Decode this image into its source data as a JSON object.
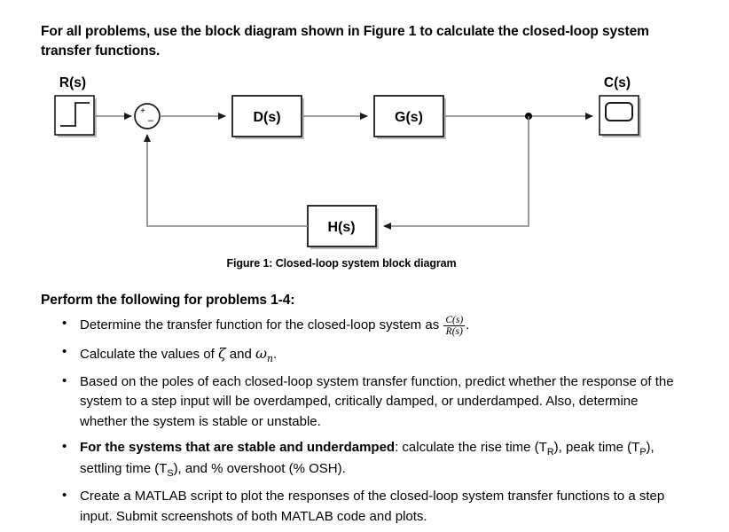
{
  "document": {
    "intro": "For all problems, use the block diagram shown in Figure 1 to calculate the closed-loop system transfer functions.",
    "figure": {
      "caption": "Figure 1: Closed-loop system block diagram",
      "input_label": "R(s)",
      "output_label": "C(s)",
      "blocks": [
        {
          "name": "step-source",
          "label": ""
        },
        {
          "name": "summing-junction",
          "label": "",
          "signs": [
            "+",
            "–"
          ]
        },
        {
          "name": "controller",
          "label": "D(s)"
        },
        {
          "name": "plant",
          "label": "G(s)"
        },
        {
          "name": "feedback",
          "label": "H(s)"
        },
        {
          "name": "scope",
          "label": ""
        }
      ],
      "controller_label": "D(s)",
      "plant_label": "G(s)",
      "feedback_label": "H(s)",
      "sign_plus": "+",
      "sign_minus": "–",
      "line_color": "#808080",
      "stroke_color": "#000000"
    },
    "perform_heading": "Perform the following for problems 1-4:",
    "bullets": [
      {
        "id": "bullet-transfer-function",
        "pre": "Determine the transfer function for the closed-loop system as ",
        "frac_num": "C(s)",
        "frac_den": "R(s)",
        "post": "."
      },
      {
        "id": "bullet-zeta-omega",
        "pre": "Calculate the values of ",
        "sym1": "ζ",
        "mid": " and ",
        "sym2": "ω",
        "sym2_sub": "n",
        "post": "."
      },
      {
        "id": "bullet-poles-damping",
        "text": "Based on the poles of each closed-loop system transfer function, predict whether the response of the system to a step input will be overdamped, critically damped, or underdamped. Also, determine whether the system is stable or unstable."
      },
      {
        "id": "bullet-time-specs",
        "bold_lead": "For the systems that are stable and underdamped",
        "seg1": ": calculate the rise time (T",
        "sub1": "R",
        "seg2": "), peak time (T",
        "sub2": "P",
        "seg3": "), settling time (T",
        "sub3": "S",
        "seg4": "), and % overshoot (% OSH)."
      },
      {
        "id": "bullet-matlab",
        "text": "Create a MATLAB script to plot the responses of the closed-loop system transfer functions to a step input. Submit screenshots of both MATLAB code and plots."
      }
    ]
  }
}
